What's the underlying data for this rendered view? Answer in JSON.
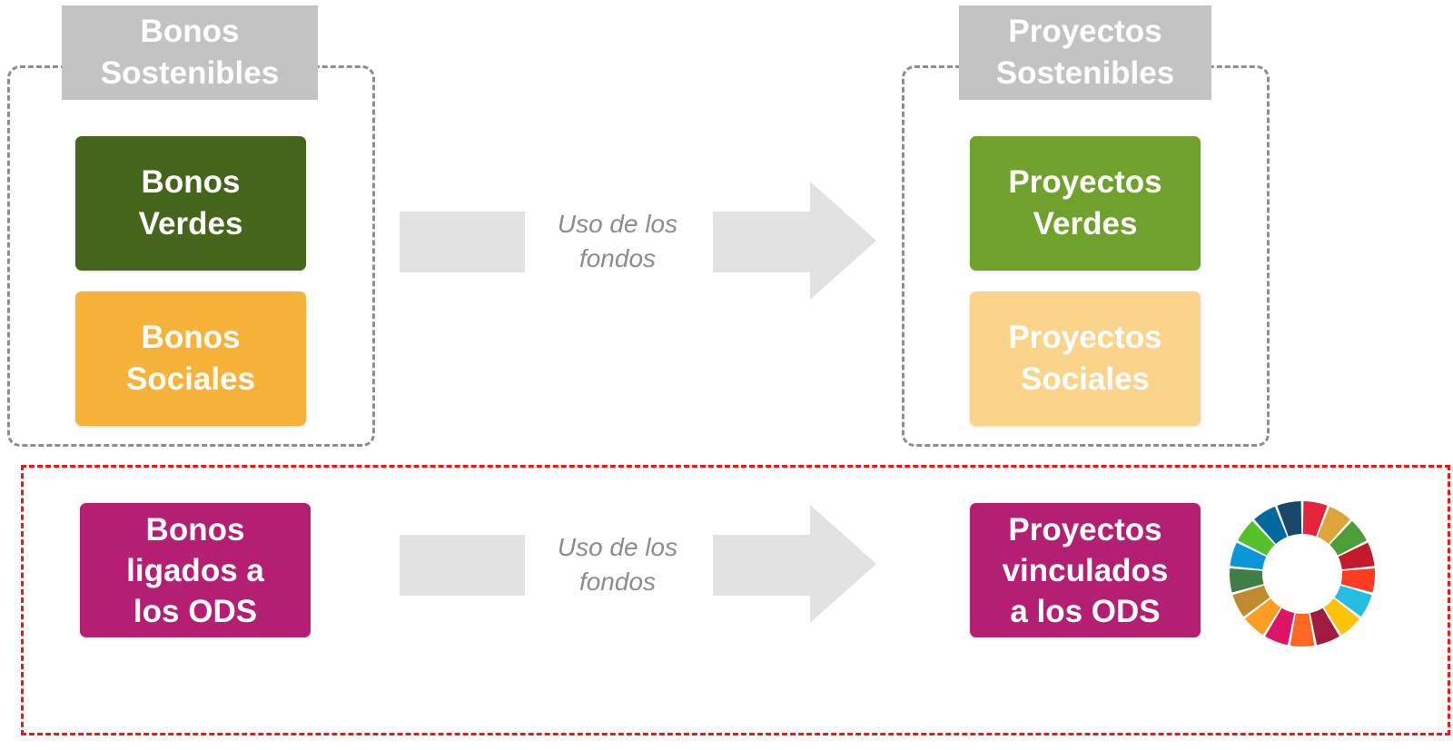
{
  "colors": {
    "frame_gray": "#8e8e8e",
    "title_gray": "#c3c3c3",
    "arrow_gray": "#e2e2e2",
    "label_gray": "#8c8c8c",
    "dark_green": "#44651a",
    "green": "#6fa12c",
    "orange": "#f7b23a",
    "light_orange": "#f9d48a",
    "magenta": "#b41f73",
    "highlight_red": "#ff1010"
  },
  "left_group": {
    "title": "Bonos\nSostenibles",
    "cards": {
      "green": "Bonos\nVerdes",
      "social": "Bonos\nSociales"
    }
  },
  "right_group": {
    "title": "Proyectos\nSostenibles",
    "cards": {
      "green": "Proyectos\nVerdes",
      "social": "Proyectos\nSociales"
    }
  },
  "top_flow": {
    "label": "Uso de los\nfondos"
  },
  "highlight_row": {
    "source": "Bonos\nligados a\nlos ODS",
    "flow_label": "Uso de los\nfondos",
    "target": "Proyectos\nvinculados\na los ODS",
    "logo_icon": "sdg-wheel-icon",
    "wheel_colors": [
      "#e5243b",
      "#dda63a",
      "#4c9f38",
      "#c5192d",
      "#ff3a21",
      "#26bde2",
      "#fcc30b",
      "#a21942",
      "#fd6925",
      "#dd1367",
      "#fd9d24",
      "#bf8b2e",
      "#3f7e44",
      "#0a97d9",
      "#56c02b",
      "#00689d",
      "#19486a"
    ]
  }
}
